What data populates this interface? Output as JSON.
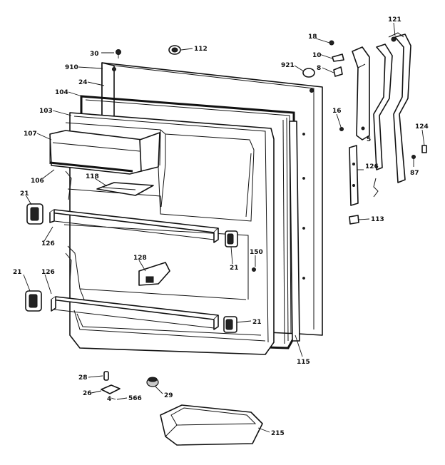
{
  "callouts": [
    {
      "id": "c30",
      "label": "30"
    },
    {
      "id": "c112",
      "label": "112"
    },
    {
      "id": "c910",
      "label": "910"
    },
    {
      "id": "c24",
      "label": "24"
    },
    {
      "id": "c104",
      "label": "104"
    },
    {
      "id": "c103",
      "label": "103"
    },
    {
      "id": "c107",
      "label": "107"
    },
    {
      "id": "c106",
      "label": "106"
    },
    {
      "id": "c118",
      "label": "118"
    },
    {
      "id": "c21a",
      "label": "21"
    },
    {
      "id": "c126a",
      "label": "126"
    },
    {
      "id": "c21b",
      "label": "21"
    },
    {
      "id": "c126b",
      "label": "126"
    },
    {
      "id": "c128",
      "label": "128"
    },
    {
      "id": "c150",
      "label": "150"
    },
    {
      "id": "c21c",
      "label": "21"
    },
    {
      "id": "c21d",
      "label": "21"
    },
    {
      "id": "c115",
      "label": "115"
    },
    {
      "id": "c18",
      "label": "18"
    },
    {
      "id": "c10",
      "label": "10"
    },
    {
      "id": "c921",
      "label": "921"
    },
    {
      "id": "c8",
      "label": "8"
    },
    {
      "id": "c16",
      "label": "16"
    },
    {
      "id": "c5",
      "label": "5"
    },
    {
      "id": "c126c",
      "label": "126"
    },
    {
      "id": "c113",
      "label": "113"
    },
    {
      "id": "c121",
      "label": "121"
    },
    {
      "id": "c124",
      "label": "124"
    },
    {
      "id": "c87",
      "label": "87"
    },
    {
      "id": "c28",
      "label": "28"
    },
    {
      "id": "c26",
      "label": "26"
    },
    {
      "id": "c4",
      "label": "4"
    },
    {
      "id": "c566",
      "label": "566"
    },
    {
      "id": "c29",
      "label": "29"
    },
    {
      "id": "c215",
      "label": "215"
    }
  ]
}
